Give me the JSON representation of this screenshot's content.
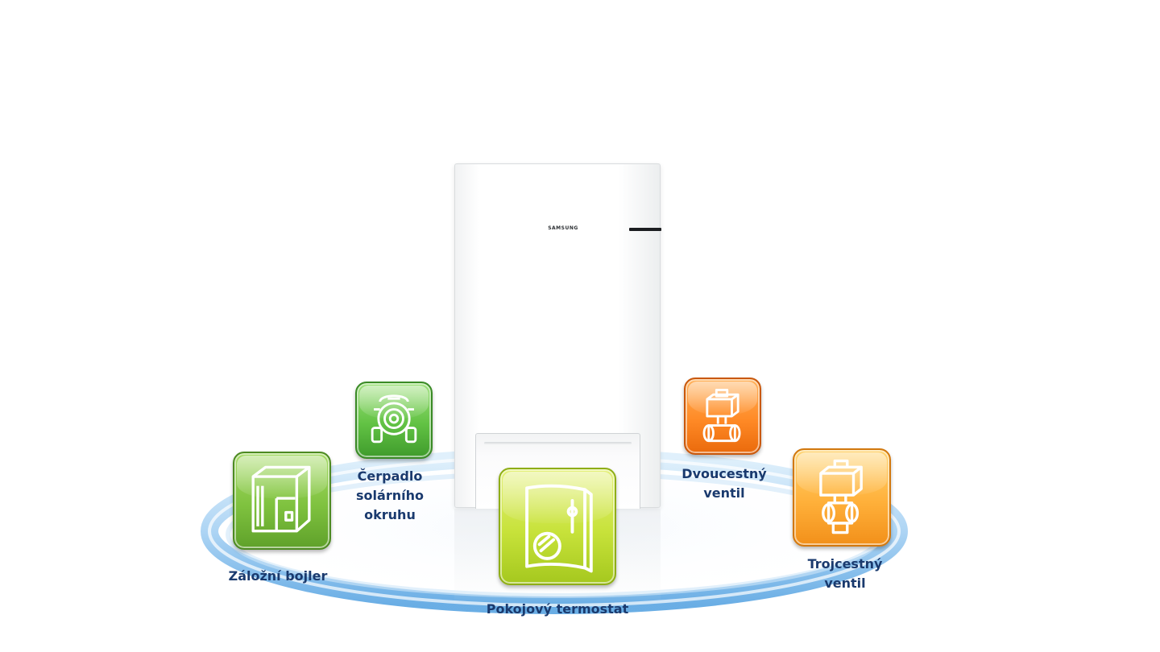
{
  "unit": {
    "brand": "SAMSUNG"
  },
  "accessories": [
    {
      "id": "backup-boiler",
      "label": "Záložní bojler",
      "icon": "backup-boiler-icon",
      "color": "#7fc23f"
    },
    {
      "id": "solar-pump",
      "label_lines": [
        "Čerpadlo",
        "solárního",
        "okruhu"
      ],
      "icon": "circulation-pump-icon",
      "color": "#62c244"
    },
    {
      "id": "room-thermostat",
      "label": "Pokojový termostat",
      "icon": "room-thermostat-icon",
      "color": "#c7e23a"
    },
    {
      "id": "two-way-valve",
      "label_lines": [
        "Dvoucestný",
        "ventil"
      ],
      "icon": "two-way-valve-icon",
      "color": "#ff8a26"
    },
    {
      "id": "three-way-valve",
      "label_lines": [
        "Trojcestný",
        "ventil"
      ],
      "icon": "three-way-valve-icon",
      "color": "#ffb03a"
    }
  ],
  "colors": {
    "label_text": "#1a3a6e",
    "orbit": "#6aaee6"
  }
}
